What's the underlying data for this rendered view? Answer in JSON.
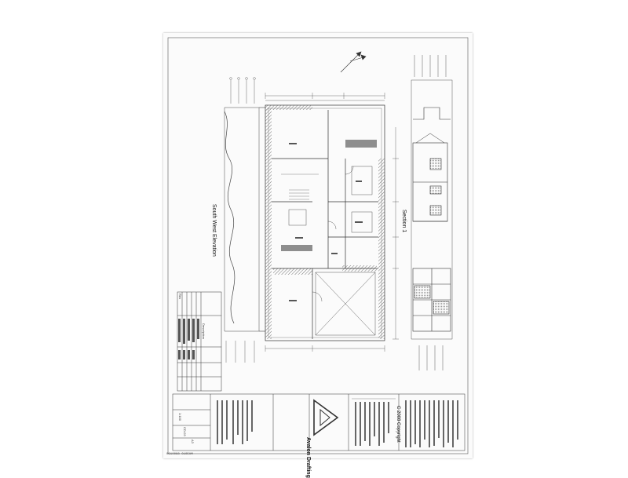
{
  "sheet": {
    "elevation_title": "South West Elevation",
    "section_title": "Section 1",
    "copyright": "C   2008 Copyright",
    "company_name": "Avalon Drafting",
    "revision_header": "Rev",
    "revision_col_description": "Description",
    "scale": "1:100",
    "drawing_number": "CD-03",
    "sheet_size": "A3",
    "footer_code": "0910088 010EAM"
  },
  "colors": {
    "line": "#3a3a3a",
    "hatch": "#8a8a8a",
    "fill_dark": "#9a9a9a",
    "paper": "#fbfbfb"
  },
  "icons": [
    "north-arrow-icon",
    "avalon-logo-icon"
  ]
}
